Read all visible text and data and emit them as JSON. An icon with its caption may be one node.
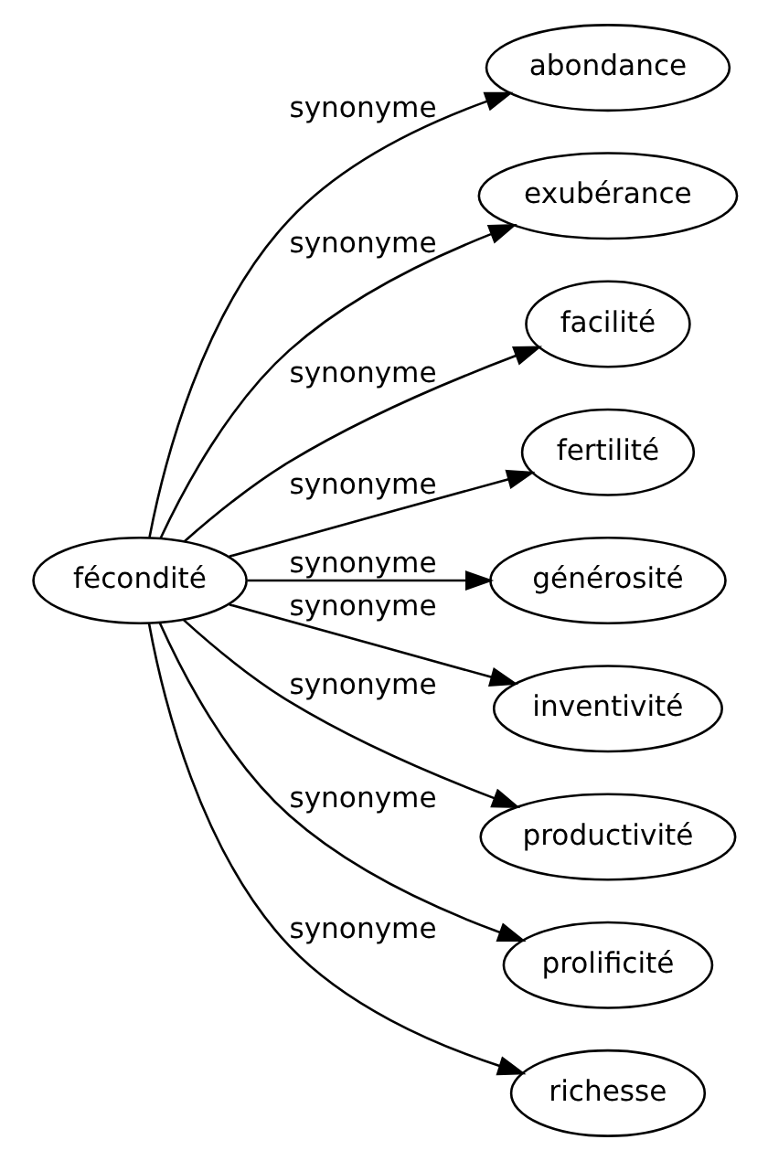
{
  "diagram": {
    "nodes": [
      {
        "text": [
          "fécondité"
        ]
      },
      {
        "text": [
          "abondance"
        ]
      },
      {
        "text": [
          "exubérance"
        ]
      },
      {
        "text": [
          "facilité"
        ]
      },
      {
        "text": [
          "fertilité"
        ]
      },
      {
        "text": [
          "générosité"
        ]
      },
      {
        "text": [
          "inventivité"
        ]
      },
      {
        "text": [
          "productivité"
        ]
      },
      {
        "text": [
          "prolificité"
        ]
      },
      {
        "text": [
          "richesse"
        ]
      }
    ],
    "edges": [
      {
        "from": 0,
        "to": 1,
        "arrow": "to",
        "label": "synonyme"
      },
      {
        "from": 0,
        "to": 2,
        "arrow": "to",
        "label": "synonyme"
      },
      {
        "from": 0,
        "to": 3,
        "arrow": "to",
        "label": "synonyme"
      },
      {
        "from": 0,
        "to": 4,
        "arrow": "to",
        "label": "synonyme"
      },
      {
        "from": 0,
        "to": 5,
        "arrow": "to",
        "label": "synonyme"
      },
      {
        "from": 0,
        "to": 6,
        "arrow": "to",
        "label": "synonyme"
      },
      {
        "from": 0,
        "to": 7,
        "arrow": "to",
        "label": "synonyme"
      },
      {
        "from": 0,
        "to": 8,
        "arrow": "to",
        "label": "synonyme"
      },
      {
        "from": 0,
        "to": 9,
        "arrow": "to",
        "label": "synonyme"
      }
    ]
  }
}
